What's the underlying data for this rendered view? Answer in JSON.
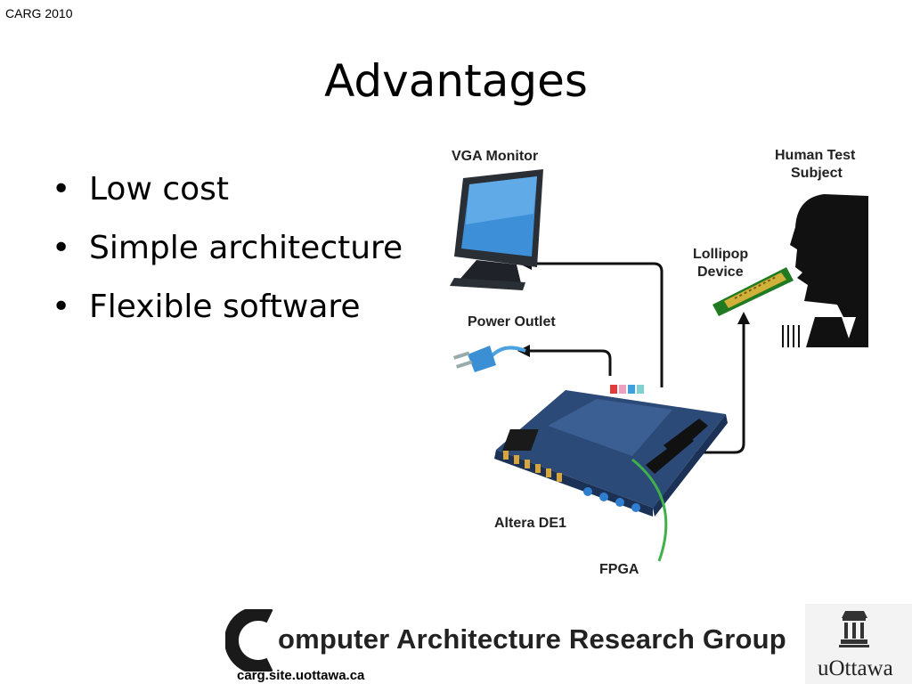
{
  "header": {
    "corner_label": "CARG 2010"
  },
  "slide": {
    "title": "Advantages",
    "bullets": [
      "Low cost",
      "Simple architecture",
      "Flexible software"
    ]
  },
  "diagram": {
    "labels": {
      "vga_monitor": "VGA Monitor",
      "human_line1": "Human Test",
      "human_line2": "Subject",
      "lollipop_line1": "Lollipop",
      "lollipop_line2": "Device",
      "power_outlet": "Power Outlet",
      "altera": "Altera DE1",
      "fpga": "FPGA"
    }
  },
  "footer": {
    "group_name": "omputer Architecture Research Group",
    "url": "carg.site.uottawa.ca",
    "university": "uOttawa"
  },
  "colors": {
    "board_blue": "#2b4a78",
    "fpga_green": "#3fb04a",
    "monitor_screen": "#3d8fd8"
  }
}
